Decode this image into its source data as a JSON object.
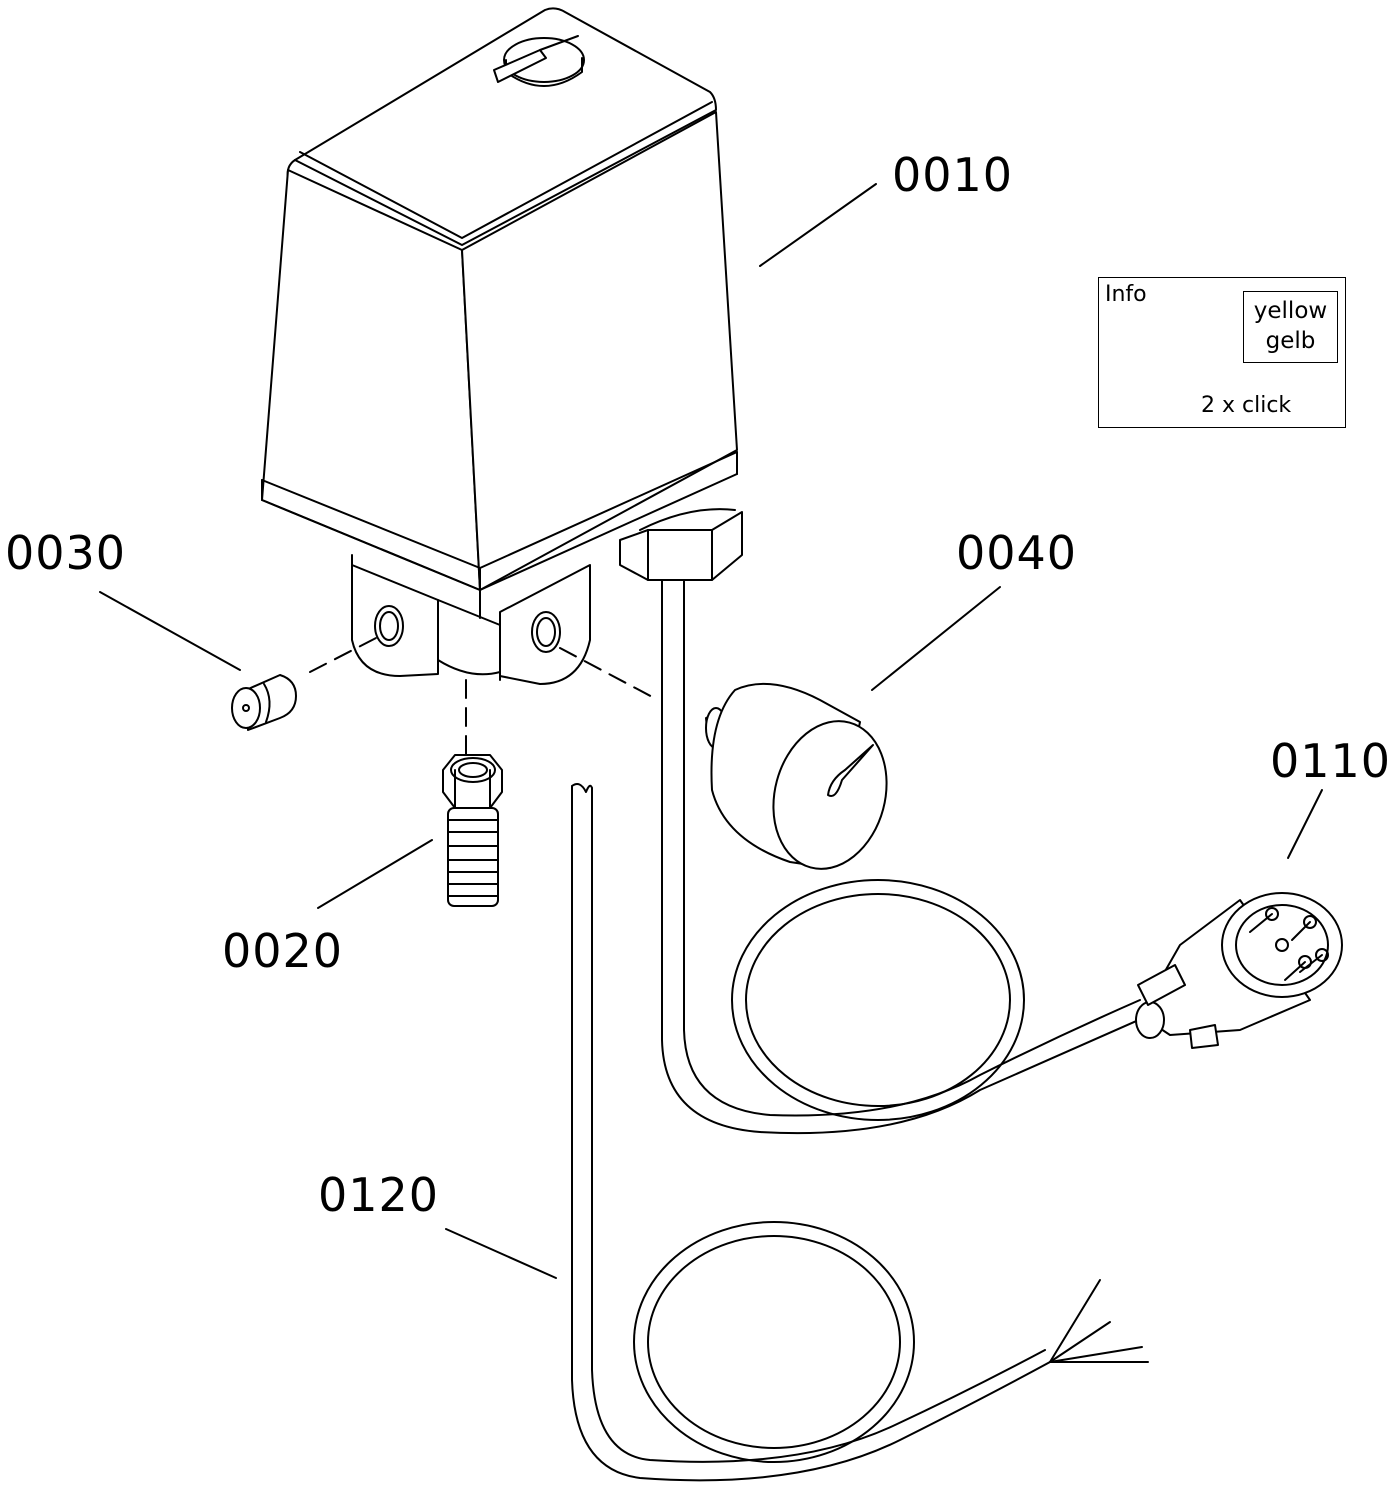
{
  "parts": [
    {
      "id": "0010",
      "label": "0010"
    },
    {
      "id": "0020",
      "label": "0020"
    },
    {
      "id": "0030",
      "label": "0030"
    },
    {
      "id": "0040",
      "label": "0040"
    },
    {
      "id": "0110",
      "label": "0110"
    },
    {
      "id": "0120",
      "label": "0120"
    }
  ],
  "info": {
    "title": "Info",
    "color_en": "yellow",
    "color_de": "gelb",
    "click_hint": "2 x click"
  }
}
